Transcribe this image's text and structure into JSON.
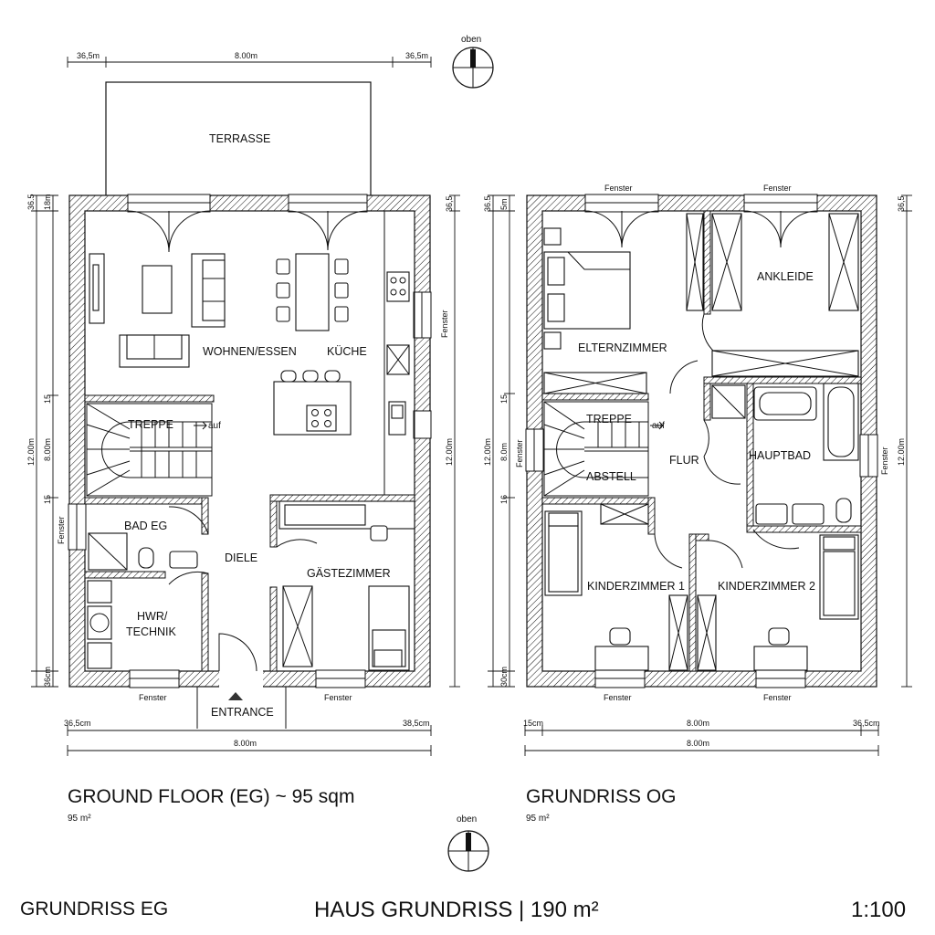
{
  "title": "HAUS GRUNDRISS | 190 m²",
  "bottom_left_label": "GRUNDRISS EG",
  "scale": "1:100",
  "compass_label": "oben",
  "window_label": "Fenster",
  "ground_floor": {
    "heading": "GROUND FLOOR (EG) ~ 95 sqm",
    "area": "95 m²",
    "terrace": "TERRASSE",
    "entrance": "ENTRANCE",
    "stair_up": "auf",
    "rooms": {
      "living": "WOHNEN/ESSEN",
      "kitchen": "KÜCHE",
      "stairs": "TREPPE",
      "bath": "BAD EG",
      "hall": "DIELE",
      "utility_line1": "HWR/",
      "utility_line2": "TECHNIK",
      "guest": "GÄSTEZIMMER"
    },
    "dims": {
      "top_left": "36,5m",
      "top_mid": "8.00m",
      "top_right": "36,5m",
      "bottom_left": "36,5cm",
      "bottom_right": "38,5cm",
      "bottom_total": "8.00m",
      "left_total": "12.00m",
      "left_sub": "8.00m",
      "left_a": "36.5",
      "left_b": "18m",
      "left_c": "15",
      "left_d": "15",
      "left_e": "36cm",
      "right_total": "12.00m",
      "right_a": "36,5"
    }
  },
  "upper_floor": {
    "heading": "GRUNDRISS OG",
    "area": "95 m²",
    "stair_up": "auf",
    "rooms": {
      "parents": "ELTERNZIMMER",
      "dressing": "ANKLEIDE",
      "stairs": "TREPPE",
      "storage": "ABSTELL",
      "hall": "FLUR",
      "bath": "HAUPTBAD",
      "kid1": "KINDERZIMMER 1",
      "kid2": "KINDERZIMMER 2"
    },
    "dims": {
      "bottom_left": "15cm",
      "bottom_mid": "8.00m",
      "bottom_right": "36,5cm",
      "bottom_total": "8.00m",
      "left_total": "12.00m",
      "left_sub": "8.0m",
      "left_a": "36.5",
      "left_b": "5m",
      "left_c": "15",
      "left_d": "16",
      "left_e": "30cm",
      "right_total": "12.00m",
      "right_a": "36,5"
    }
  }
}
